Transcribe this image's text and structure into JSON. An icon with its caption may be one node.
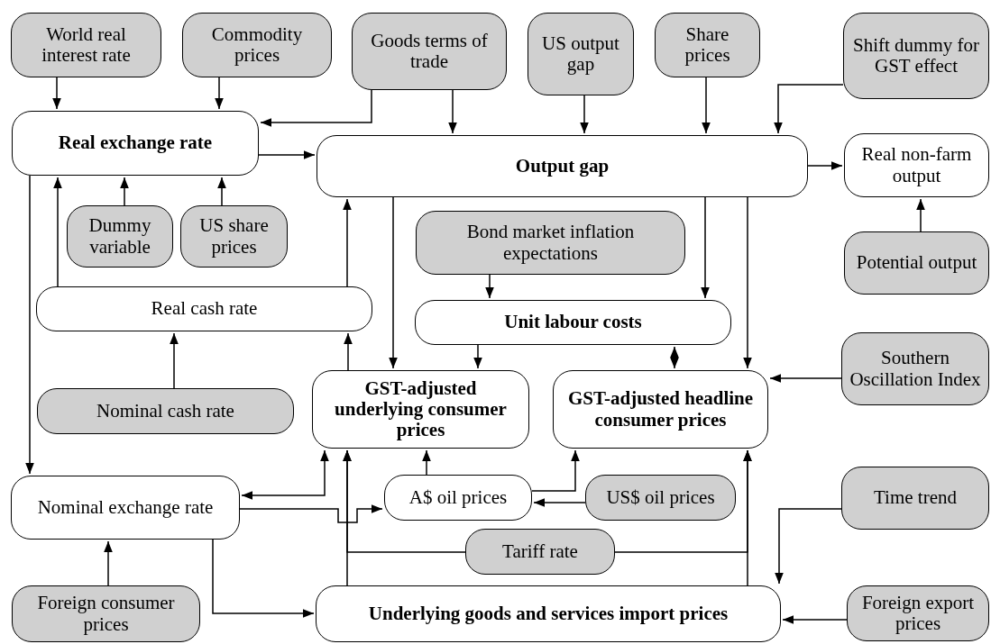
{
  "diagram": {
    "nodes": [
      {
        "text": [
          "World real interest rate"
        ]
      },
      {
        "text": [
          "Commodity prices"
        ]
      },
      {
        "text": [
          "Goods terms of trade"
        ]
      },
      {
        "text": [
          "US output gap"
        ]
      },
      {
        "text": [
          "Share prices"
        ]
      },
      {
        "text": [
          "Shift dummy for GST effect"
        ]
      },
      {
        "text": [
          "Real exchange rate"
        ]
      },
      {
        "text": [
          "Output gap"
        ]
      },
      {
        "text": [
          "Real non-farm output"
        ]
      },
      {
        "text": [
          "Dummy variable"
        ]
      },
      {
        "text": [
          "US share prices"
        ]
      },
      {
        "text": [
          "Bond market inflation expectations"
        ]
      },
      {
        "text": [
          "Potential output"
        ]
      },
      {
        "text": [
          "Real cash rate"
        ]
      },
      {
        "text": [
          "Unit labour costs"
        ]
      },
      {
        "text": [
          "Southern Oscillation Index"
        ]
      },
      {
        "text": [
          "Nominal cash rate"
        ]
      },
      {
        "text": [
          "GST-adjusted underlying consumer prices"
        ]
      },
      {
        "text": [
          "GST-adjusted headline consumer prices"
        ]
      },
      {
        "text": [
          "Nominal exchange rate"
        ]
      },
      {
        "text": [
          "A$ oil prices"
        ]
      },
      {
        "text": [
          "US$ oil prices"
        ]
      },
      {
        "text": [
          "Time trend"
        ]
      },
      {
        "text": [
          "Tariff rate"
        ]
      },
      {
        "text": [
          "Foreign consumer prices"
        ]
      },
      {
        "text": [
          "Underlying goods and services import prices"
        ]
      },
      {
        "text": [
          "Foreign export prices"
        ]
      }
    ],
    "edges": [
      {
        "from": 0,
        "to": 6,
        "arrow": "to"
      },
      {
        "from": 1,
        "to": 6,
        "arrow": "to"
      },
      {
        "from": 2,
        "to": 6,
        "arrow": "to"
      },
      {
        "from": 2,
        "to": 7,
        "arrow": "to"
      },
      {
        "from": 3,
        "to": 7,
        "arrow": "to"
      },
      {
        "from": 4,
        "to": 7,
        "arrow": "to"
      },
      {
        "from": 5,
        "to": 7,
        "arrow": "to"
      },
      {
        "from": 6,
        "to": 7,
        "arrow": "to"
      },
      {
        "from": 7,
        "to": 8,
        "arrow": "to"
      },
      {
        "from": 9,
        "to": 6,
        "arrow": "to"
      },
      {
        "from": 10,
        "to": 6,
        "arrow": "to"
      },
      {
        "from": 12,
        "to": 8,
        "arrow": "to"
      },
      {
        "from": 13,
        "to": 6,
        "arrow": "to"
      },
      {
        "from": 13,
        "to": 7,
        "arrow": "to"
      },
      {
        "from": 6,
        "to": 19,
        "arrow": "to"
      },
      {
        "from": 7,
        "to": 17,
        "arrow": "to"
      },
      {
        "from": 7,
        "to": 14,
        "arrow": "to"
      },
      {
        "from": 7,
        "to": 18,
        "arrow": "to"
      },
      {
        "from": 11,
        "to": 14,
        "arrow": "to"
      },
      {
        "from": 14,
        "to": 17,
        "arrow": "to"
      },
      {
        "from": 14,
        "to": 18,
        "arrow": "both"
      },
      {
        "from": 16,
        "to": 13,
        "arrow": "to"
      },
      {
        "from": 17,
        "to": 13,
        "arrow": "to"
      },
      {
        "from": 15,
        "to": 18,
        "arrow": "to"
      },
      {
        "from": 19,
        "to": 17,
        "arrow": "both"
      },
      {
        "from": 19,
        "to": 20,
        "arrow": "to"
      },
      {
        "from": 20,
        "to": 17,
        "arrow": "to"
      },
      {
        "from": 20,
        "to": 18,
        "arrow": "to"
      },
      {
        "from": 21,
        "to": 20,
        "arrow": "to"
      },
      {
        "from": 19,
        "to": 25,
        "arrow": "to"
      },
      {
        "from": 25,
        "to": 17,
        "arrow": "to"
      },
      {
        "from": 25,
        "to": 18,
        "arrow": "to"
      },
      {
        "from": 23,
        "to": 17,
        "arrow": "to"
      },
      {
        "from": 23,
        "to": 18,
        "arrow": "to"
      },
      {
        "from": 22,
        "to": 25,
        "arrow": "to"
      },
      {
        "from": 26,
        "to": 25,
        "arrow": "to"
      },
      {
        "from": 24,
        "to": 19,
        "arrow": "to"
      }
    ]
  }
}
